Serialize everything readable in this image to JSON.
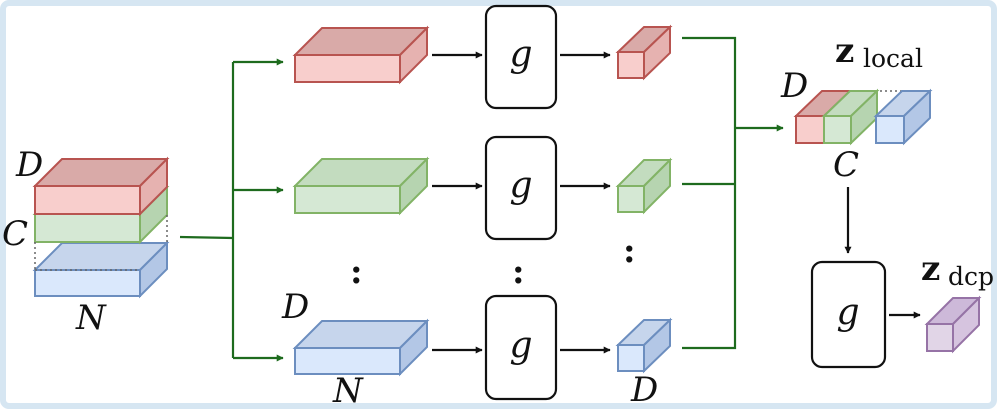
{
  "labels": {
    "input_d": "D",
    "input_c": "C",
    "input_n": "N",
    "branch_d": "D",
    "branch_n": "N",
    "out_d": "D",
    "concat_d": "D",
    "concat_c": "C",
    "g": "g",
    "vdots": ":",
    "z_local_main": "z",
    "z_local_sub": "local",
    "z_dcp_main": "z",
    "z_dcp_sub": "dcp"
  },
  "colors": {
    "border": "#d6e6f2",
    "red_fill": "#f8cecc",
    "red_stroke": "#b85450",
    "green_fill": "#d5e8d4",
    "green_stroke": "#82b366",
    "blue_fill": "#dae8fc",
    "blue_stroke": "#6c8ebf",
    "purple_fill": "#e1d5e7",
    "purple_stroke": "#9673a6",
    "flow": "#1e6b1e"
  }
}
